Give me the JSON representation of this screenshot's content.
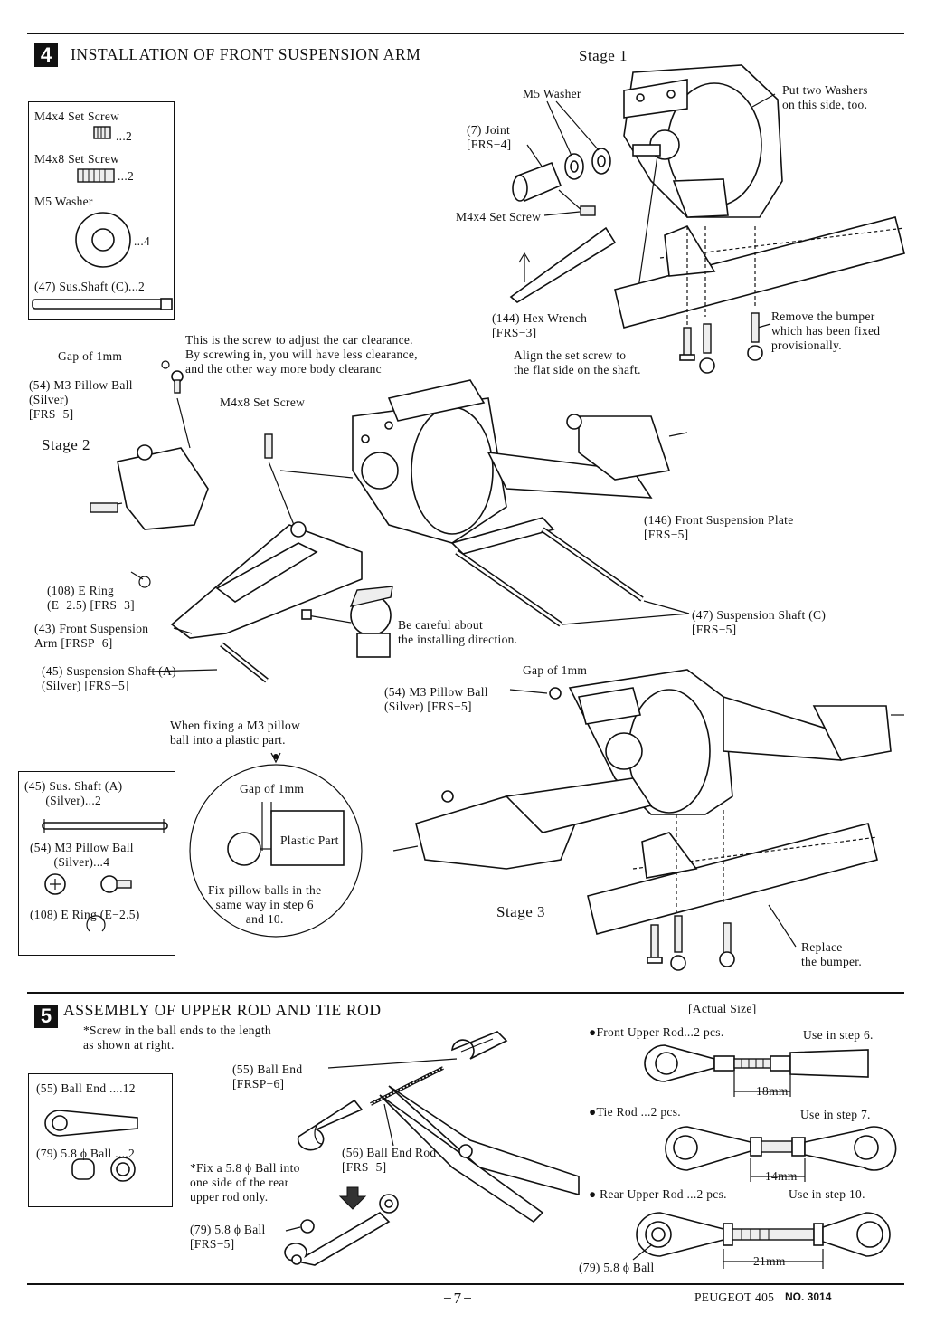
{
  "section4": {
    "number": "4",
    "title": "INSTALLATION OF FRONT SUSPENSION ARM",
    "stage1": "Stage 1",
    "stage2": "Stage 2",
    "stage3": "Stage 3",
    "parts": {
      "m4x4": "M4x4 Set Screw",
      "m4x4_qty": "...2",
      "m4x8": "M4x8 Set Screw",
      "m4x8_qty": "...2",
      "m5": "M5 Washer",
      "m5_qty": "...4",
      "shaft": "(47) Sus.Shaft (C)...2"
    },
    "stage1_labels": {
      "m5_washer": "M5 Washer",
      "joint": "(7) Joint\n[FRS−4]",
      "set_screw": "M4x4 Set Screw",
      "hex": "(144) Hex Wrench\n[FRS−3]",
      "align": "Align the set screw to\nthe flat side on the shaft.",
      "put_two": "Put two Washers\non this side, too.",
      "remove": "Remove the bumper\nwhich has been fixed\nprovisionally."
    },
    "stage2_labels": {
      "clearance": "This is the screw to adjust the car clearance.\nBy screwing in, you will have less clearance,\nand the other way more body clearanc",
      "gap": "Gap of 1mm",
      "pillow": "(54) M3 Pillow Ball\n(Silver)\n[FRS−5]",
      "m4x8": "M4x8 Set Screw",
      "e_ring": "(108) E Ring\n(E−2.5) [FRS−3]",
      "arm": "(43) Front Suspension\nArm [FRSP−6]",
      "shaft_a": "(45) Suspension Shaft (A)\n(Silver) [FRS−5]",
      "plate": "(146) Front Suspension Plate\n[FRS−5]",
      "shaft_c": "(47) Suspension Shaft (C)\n[FRS−5]",
      "careful": "Be careful about\nthe installing direction.",
      "gap2": "Gap of 1mm",
      "pillow2": "(54) M3 Pillow Ball\n(Silver) [FRS−5]",
      "when_fixing": "When fixing a M3 pillow\nball into a plastic part.",
      "circle_gap": "Gap of 1mm",
      "plastic_part": "Plastic Part",
      "fix_pillow": "Fix pillow balls in the\nsame way in step 6\nand 10."
    },
    "parts2": {
      "shaft_a": "(45) Sus. Shaft (A)\n(Silver)...2",
      "pillow": "(54) M3 Pillow Ball\n(Silver)...4",
      "e_ring": "(108) E Ring (E−2.5)"
    },
    "stage3_labels": {
      "replace": "Replace\nthe bumper."
    }
  },
  "section5": {
    "number": "5",
    "title": "ASSEMBLY OF UPPER ROD AND TIE ROD",
    "note": "*Screw in the ball ends to the length\nas shown at right.",
    "parts": {
      "ball_end": "(55) Ball End ....12",
      "ball": "(79) 5.8 ϕ Ball ....2"
    },
    "labels": {
      "ball_end": "(55) Ball End\n[FRSP−6]",
      "rod": "(56) Ball End Rod\n[FRS−5]",
      "fix_ball": "*Fix a 5.8 ϕ Ball into\none side of the rear\nupper rod only.",
      "ball": "(79) 5.8 ϕ Ball\n[FRS−5]"
    },
    "actual_size": "[Actual Size]",
    "rods": [
      {
        "name": "●Front Upper Rod...2 pcs.",
        "use": "Use in step 6.",
        "length": "18mm"
      },
      {
        "name": "●Tie Rod ...2 pcs.",
        "use": "Use in step 7.",
        "length": "14mm"
      },
      {
        "name": "● Rear Upper Rod ...2 pcs.",
        "use": "Use in step 10.",
        "length": "21mm"
      }
    ],
    "rear_ball": "(79) 5.8 ϕ Ball"
  },
  "footer": {
    "page": "−7−",
    "model": "PEUGEOT 405",
    "no": "NO. 3014"
  }
}
